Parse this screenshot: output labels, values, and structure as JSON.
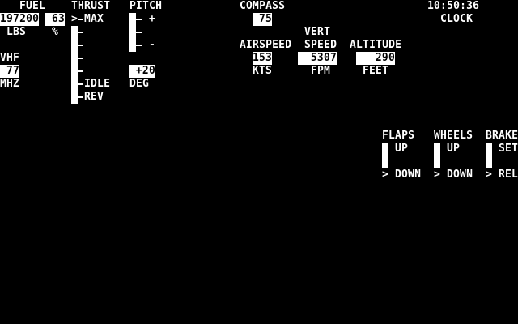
{
  "fuel": {
    "label": "FUEL",
    "pounds": "197200",
    "percent": "63",
    "pounds_unit": "LBS",
    "percent_unit": "%"
  },
  "vhf": {
    "label": "VHF",
    "value": "77",
    "unit": "MHZ"
  },
  "thrust": {
    "label": "THRUST",
    "max": "MAX",
    "idle": "IDLE",
    "rev": "REV",
    "pointer": ">",
    "setting": "MAX"
  },
  "pitch": {
    "label": "PITCH",
    "plus": "+",
    "minus": "-",
    "value": "+20",
    "unit": "DEG"
  },
  "compass": {
    "label": "COMPASS",
    "value": "75"
  },
  "clock": {
    "time": "10:50:36",
    "label": "CLOCK"
  },
  "airspeed": {
    "label": "AIRSPEED",
    "value": "153",
    "unit": "KTS"
  },
  "vert_speed": {
    "label1": "VERT",
    "label2": "SPEED",
    "value": "5307",
    "unit": "FPM"
  },
  "altitude": {
    "label": "ALTITUDE",
    "value": "290",
    "unit": "FEET"
  },
  "flaps": {
    "label": "FLAPS",
    "up": "UP",
    "down": "DOWN",
    "pointer": ">",
    "setting": "DOWN"
  },
  "wheels": {
    "label": "WHEELS",
    "up": "UP",
    "down": "DOWN",
    "pointer": ">",
    "setting": "DOWN"
  },
  "brake": {
    "label": "BRAKE",
    "set": "SET",
    "rel": "REL",
    "pointer": ">",
    "setting": "REL"
  }
}
